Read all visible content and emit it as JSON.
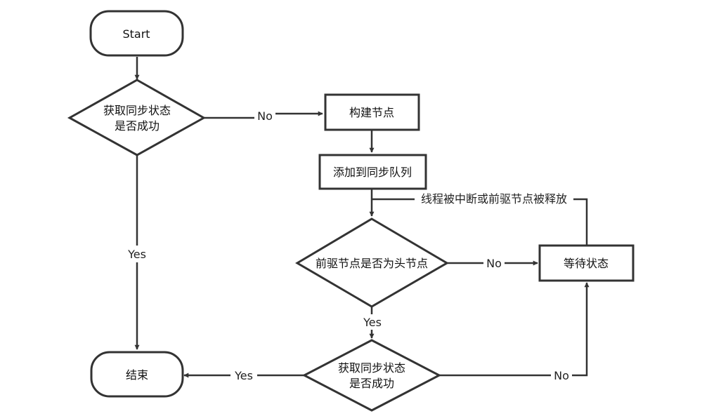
{
  "diagram": {
    "nodes": {
      "start": {
        "shape": "rounded-rect",
        "lines": [
          "Start"
        ]
      },
      "check1": {
        "shape": "diamond",
        "lines": [
          "获取同步状态",
          "是否成功"
        ]
      },
      "build": {
        "shape": "rect",
        "lines": [
          "构建节点"
        ]
      },
      "enqueue": {
        "shape": "rect",
        "lines": [
          "添加到同步队列"
        ]
      },
      "pred_head": {
        "shape": "diamond",
        "lines": [
          "前驱节点是否为头节点"
        ]
      },
      "wait": {
        "shape": "rect",
        "lines": [
          "等待状态"
        ]
      },
      "check2": {
        "shape": "diamond",
        "lines": [
          "获取同步状态",
          "是否成功"
        ]
      },
      "end": {
        "shape": "rounded-rect",
        "lines": [
          "结束"
        ]
      }
    },
    "edges": {
      "start_check1": {
        "from": "start",
        "to": "check1",
        "label": ""
      },
      "check1_no": {
        "from": "check1",
        "to": "build",
        "label": "No"
      },
      "check1_yes": {
        "from": "check1",
        "to": "end",
        "label": "Yes"
      },
      "build_enqueue": {
        "from": "build",
        "to": "enqueue",
        "label": ""
      },
      "enqueue_pred": {
        "from": "enqueue",
        "to": "pred_head",
        "label": ""
      },
      "pred_no": {
        "from": "pred_head",
        "to": "wait",
        "label": "No"
      },
      "pred_yes": {
        "from": "pred_head",
        "to": "check2",
        "label": "Yes"
      },
      "check2_yes": {
        "from": "check2",
        "to": "end",
        "label": "Yes"
      },
      "check2_no": {
        "from": "check2",
        "to": "wait",
        "label": "No"
      },
      "wait_loop": {
        "from": "wait",
        "to": "pred_head",
        "label": "线程被中断或前驱节点被释放"
      }
    },
    "colors": {
      "stroke": "#333333",
      "fill": "#ffffff",
      "text": "#111111"
    }
  }
}
